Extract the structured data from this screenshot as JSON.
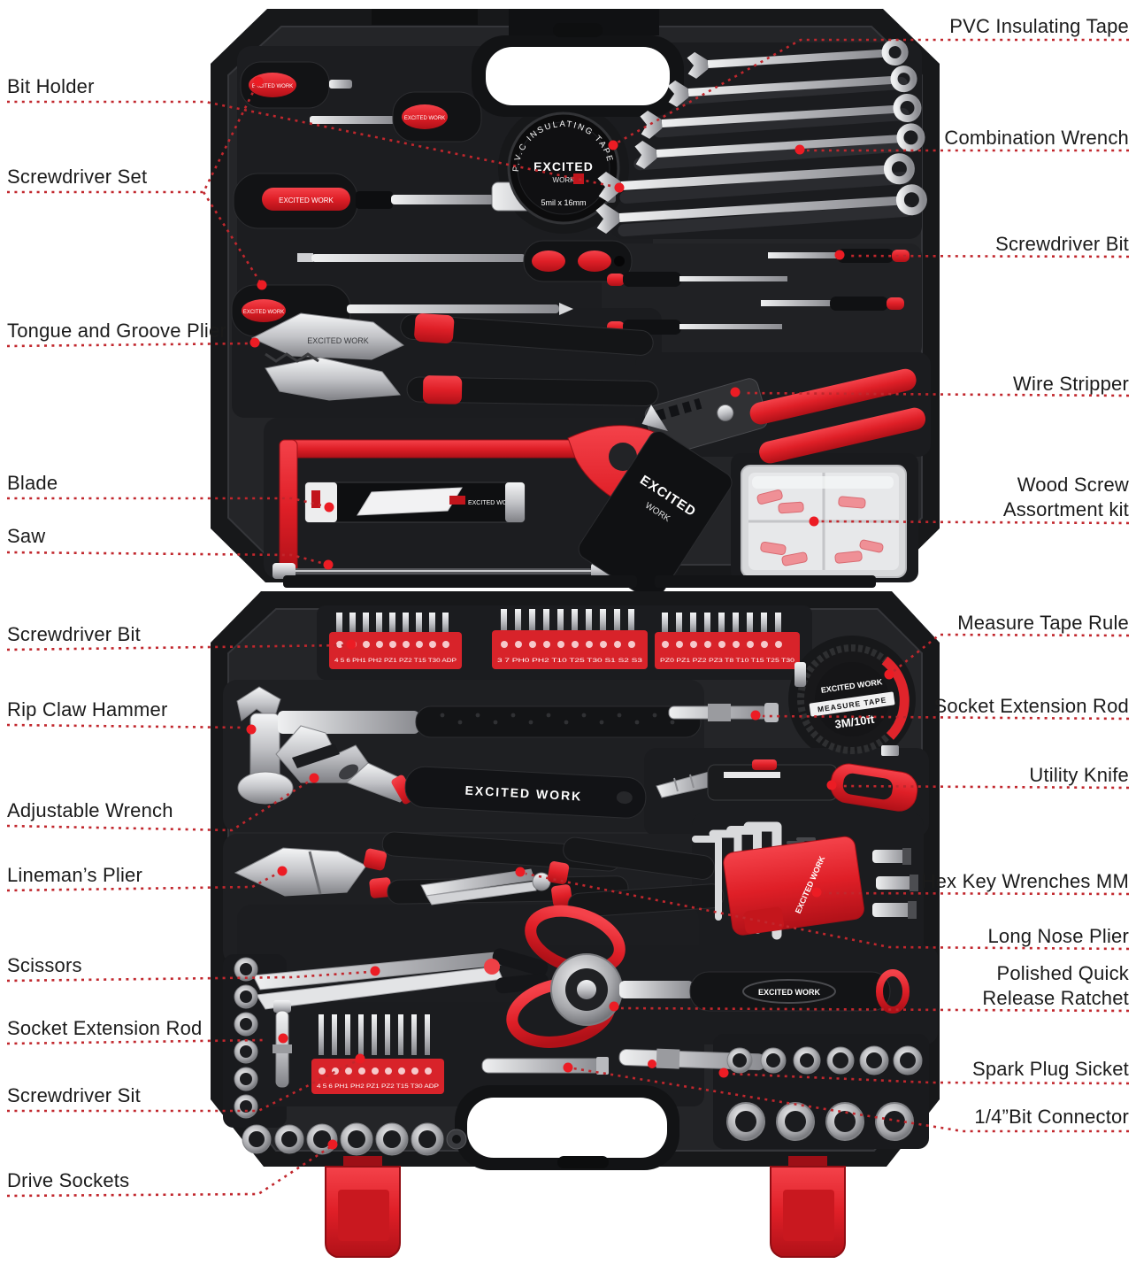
{
  "image_type": "annotated product photo of a household tool kit in a black blow-molded case",
  "colors": {
    "accent_red": "#e0242b",
    "leader_red": "#c1272d",
    "case_black": "#1a1b1e",
    "label_text": "#1b1b1b"
  },
  "brand": {
    "maker": "EXCITED WORK",
    "maker_line1": "EXCITED",
    "maker_line2": "WORK"
  },
  "tin": {
    "arc_text": "P.V.C INSULATING TAPE",
    "size_text": "5mil x 16mm"
  },
  "tape_measure": {
    "band_label": "MEASURE TAPE",
    "length_label": "3M/10ft"
  },
  "blade_box": {
    "brand": "EXCITED WORK"
  },
  "bit_strips": {
    "row1": "4 5 6 PH1 PH2 PZ1 PZ2 T15 T30 ADP",
    "row2": "3 7 PH0 PH2 T10 T25 T30 S1 S2 S3",
    "row3": "PZ0 PZ1 PZ2 PZ3 T8 T10 T15 T25 T30",
    "bottom": "4 5 6 PH1 PH2 PZ1 PZ2 T15 T30 ADP"
  },
  "callouts": {
    "left": [
      {
        "text": "Bit Holder"
      },
      {
        "text": "Screwdriver Set"
      },
      {
        "text": "Tongue and Groove Plier"
      },
      {
        "text": "Blade"
      },
      {
        "text": "Saw"
      },
      {
        "text": "Screwdriver Bit"
      },
      {
        "text": "Rip Claw Hammer"
      },
      {
        "text": "Adjustable Wrench"
      },
      {
        "text": "Lineman’s Plier"
      },
      {
        "text": "Scissors"
      },
      {
        "text": "Socket Extension Rod"
      },
      {
        "text": "Screwdriver Sit"
      },
      {
        "text": "Drive Sockets"
      }
    ],
    "right": [
      {
        "text": "PVC Insulating Tape"
      },
      {
        "text": "Combination Wrench"
      },
      {
        "text": "Screwdriver Bit"
      },
      {
        "text": "Wire Stripper"
      },
      {
        "text": "Wood Screw\nAssortment kit"
      },
      {
        "text": "Measure Tape Rule"
      },
      {
        "text": "Socket Extension Rod"
      },
      {
        "text": "Utility Knife"
      },
      {
        "text": "Hex Key Wrenches MM"
      },
      {
        "text": "Long Nose Plier"
      },
      {
        "text": "Polished Quick\nRelease Ratchet"
      },
      {
        "text": "Spark Plug Sicket"
      },
      {
        "text": "1/4”Bit Connector"
      }
    ]
  }
}
